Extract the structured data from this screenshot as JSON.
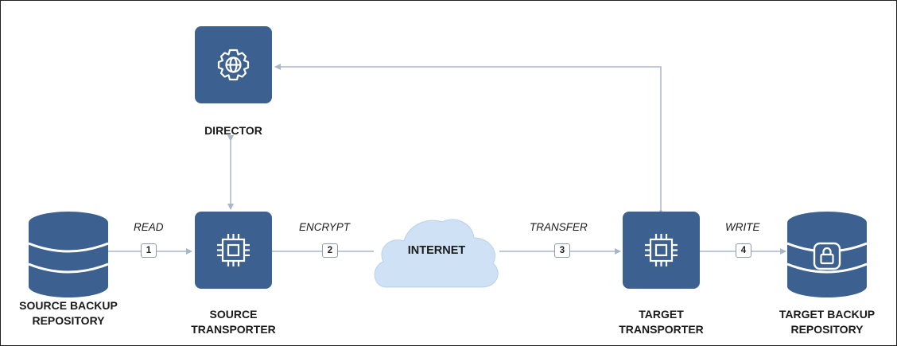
{
  "nodes": {
    "director": "DIRECTOR",
    "source_repo_line1": "SOURCE BACKUP",
    "source_repo_line2": "REPOSITORY",
    "source_transporter_line1": "SOURCE",
    "source_transporter_line2": "TRANSPORTER",
    "internet": "INTERNET",
    "target_transporter_line1": "TARGET",
    "target_transporter_line2": "TRANSPORTER",
    "target_repo_line1": "TARGET BACKUP",
    "target_repo_line2": "REPOSITORY"
  },
  "steps": [
    {
      "num": "1",
      "label": "READ"
    },
    {
      "num": "2",
      "label": "ENCRYPT"
    },
    {
      "num": "3",
      "label": "TRANSFER"
    },
    {
      "num": "4",
      "label": "WRITE"
    }
  ],
  "colors": {
    "node_fill": "#3c6190",
    "connector": "#a7b7c8",
    "cloud": "#cfe2f5"
  },
  "icons": [
    "database-icon",
    "gear-globe-icon",
    "cpu-chip-icon",
    "cloud-icon",
    "lock-database-icon"
  ]
}
